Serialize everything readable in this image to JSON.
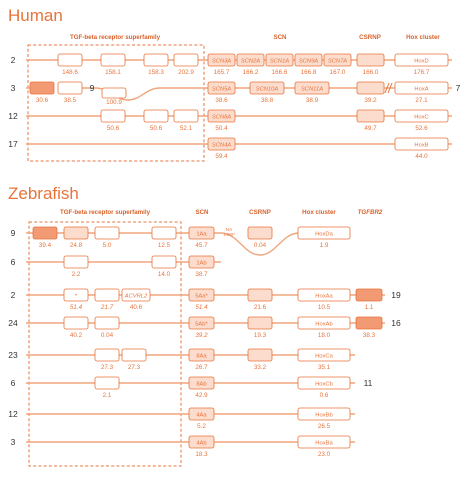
{
  "colors": {
    "accent": "#e8743b",
    "line": "#f0a57c",
    "fill_light": "#ffffff",
    "fill_mid": "#fbdccd",
    "fill_dark": "#f19a73"
  },
  "human": {
    "title": "Human",
    "headers": {
      "tgf": "TGF-beta receptor superfamily",
      "scn": "SCN",
      "csrnp": "CSRNP",
      "hox": "Hox cluster"
    },
    "rows": [
      {
        "chrom": "2",
        "tgf": [
          "148.6",
          "158.1",
          "158.3",
          "202.9"
        ],
        "scn_labels": [
          "SCN3A",
          "SCN2A",
          "SCN1A",
          "SCN9A",
          "SCN7A"
        ],
        "scn": [
          "165.7",
          "166.2",
          "166.6",
          "166.8",
          "167.0"
        ],
        "csrnp": "166.0",
        "hox": "HoxD",
        "hox_val": "176.7"
      },
      {
        "chrom": "3",
        "tgf": [
          "30.6",
          "38.5",
          "100.9"
        ],
        "cross_label": "9",
        "scn_labels": [
          "SCN5A",
          "SCN10A",
          "SCN11A"
        ],
        "scn": [
          "38.6",
          "38.8",
          "38.9"
        ],
        "csrnp": "39.2",
        "hox": "HoxA",
        "hox_val": "27.1",
        "right_label": "7"
      },
      {
        "chrom": "12",
        "tgf": [
          "50.6",
          "50.6",
          "52.1"
        ],
        "scn_labels": [
          "SCN8A"
        ],
        "scn": [
          "50.4"
        ],
        "csrnp": "49.7",
        "hox": "HoxC",
        "hox_val": "52.6"
      },
      {
        "chrom": "17",
        "scn_labels": [
          "SCN4A"
        ],
        "scn": [
          "59.4"
        ],
        "hox": "HoxB",
        "hox_val": "44.0"
      }
    ]
  },
  "zebrafish": {
    "title": "Zebrafish",
    "headers": {
      "tgf": "TGF-beta receptor superfamily",
      "scn": "SCN",
      "csrnp": "CSRNP",
      "hox": "Hox cluster",
      "tgfbr2": "TGFBR2"
    },
    "rows": [
      {
        "chrom": "9",
        "tgf": [
          "39.4",
          "24.8",
          "5.0",
          "12.5"
        ],
        "scn_label": "1Aa",
        "scn": "45.7",
        "csrnp": "0.04",
        "na_note": "NA\n1460*",
        "hox": "HoxDa",
        "hox_val": "1.9"
      },
      {
        "chrom": "6",
        "tgf": [
          "2.2",
          "14.0"
        ],
        "scn_label": "1Ab",
        "scn": "38.7"
      },
      {
        "chrom": "2",
        "tgf": [
          "51.4",
          "21.7",
          "40.6"
        ],
        "tgf_labels": [
          "*",
          "",
          "ACVRL2"
        ],
        "scn_label": "5Aa*",
        "scn": "51.4",
        "csrnp": "21.6",
        "hox": "HoxAa",
        "hox_val": "10.5",
        "tgfbr2": "1.1",
        "right_label": "19"
      },
      {
        "chrom": "24",
        "tgf": [
          "40.2",
          "0.04"
        ],
        "scn_label": "5Ab*",
        "scn": "39.2",
        "csrnp": "19.3",
        "hox": "HoxAb",
        "hox_val": "18.0",
        "tgfbr2": "38.3",
        "right_label": "16"
      },
      {
        "chrom": "23",
        "tgf": [
          "27.3",
          "27.3"
        ],
        "scn_label": "8Aa",
        "scn": "26.7",
        "csrnp": "33.2",
        "hox": "HoxCa",
        "hox_val": "35.1"
      },
      {
        "chrom": "6",
        "tgf": [
          "2.1"
        ],
        "scn_label": "8Ab",
        "scn": "42.9",
        "hox": "HoxCb",
        "hox_val": "0.6",
        "right_label": "11"
      },
      {
        "chrom": "12",
        "scn_label": "4Aa",
        "scn": "5.2",
        "hox": "HoxBb",
        "hox_val": "26.5"
      },
      {
        "chrom": "3",
        "scn_label": "4Ab",
        "scn": "18.3",
        "hox": "HoxBa",
        "hox_val": "23.0"
      }
    ]
  }
}
